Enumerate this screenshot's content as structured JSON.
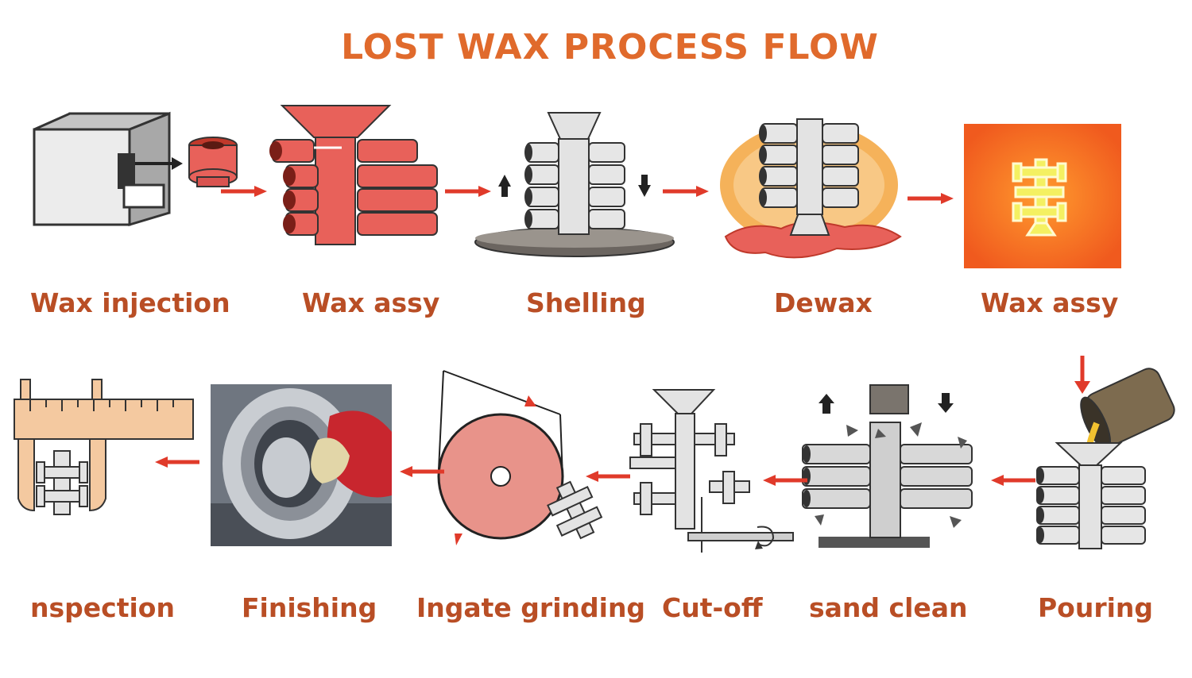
{
  "title": "LOST WAX PROCESS FLOW",
  "colors": {
    "title": "#e06a2c",
    "label": "#b94e25",
    "arrow": "#e03a2a",
    "wax": "#e8615a",
    "metal": "#dcdcdc",
    "outline": "#333333"
  },
  "steps_row1": [
    {
      "label": "Wax injection",
      "icon": "wax-injection-mold-icon"
    },
    {
      "label": "Wax assy",
      "icon": "wax-tree-assembly-icon"
    },
    {
      "label": "Shelling",
      "icon": "shell-coating-icon"
    },
    {
      "label": "Dewax",
      "icon": "dewax-melting-icon"
    },
    {
      "label": "Wax assy",
      "icon": "furnace-firing-icon"
    }
  ],
  "steps_row2": [
    {
      "label": "nspection",
      "icon": "caliper-inspection-icon"
    },
    {
      "label": "Finishing",
      "icon": "finishing-polish-photo-icon"
    },
    {
      "label": "Ingate grinding",
      "icon": "grinding-wheel-icon"
    },
    {
      "label": "Cut-off",
      "icon": "cut-off-saw-icon"
    },
    {
      "label": "sand clean",
      "icon": "sand-clean-vibration-icon"
    },
    {
      "label": "Pouring",
      "icon": "pouring-ladle-icon"
    }
  ]
}
